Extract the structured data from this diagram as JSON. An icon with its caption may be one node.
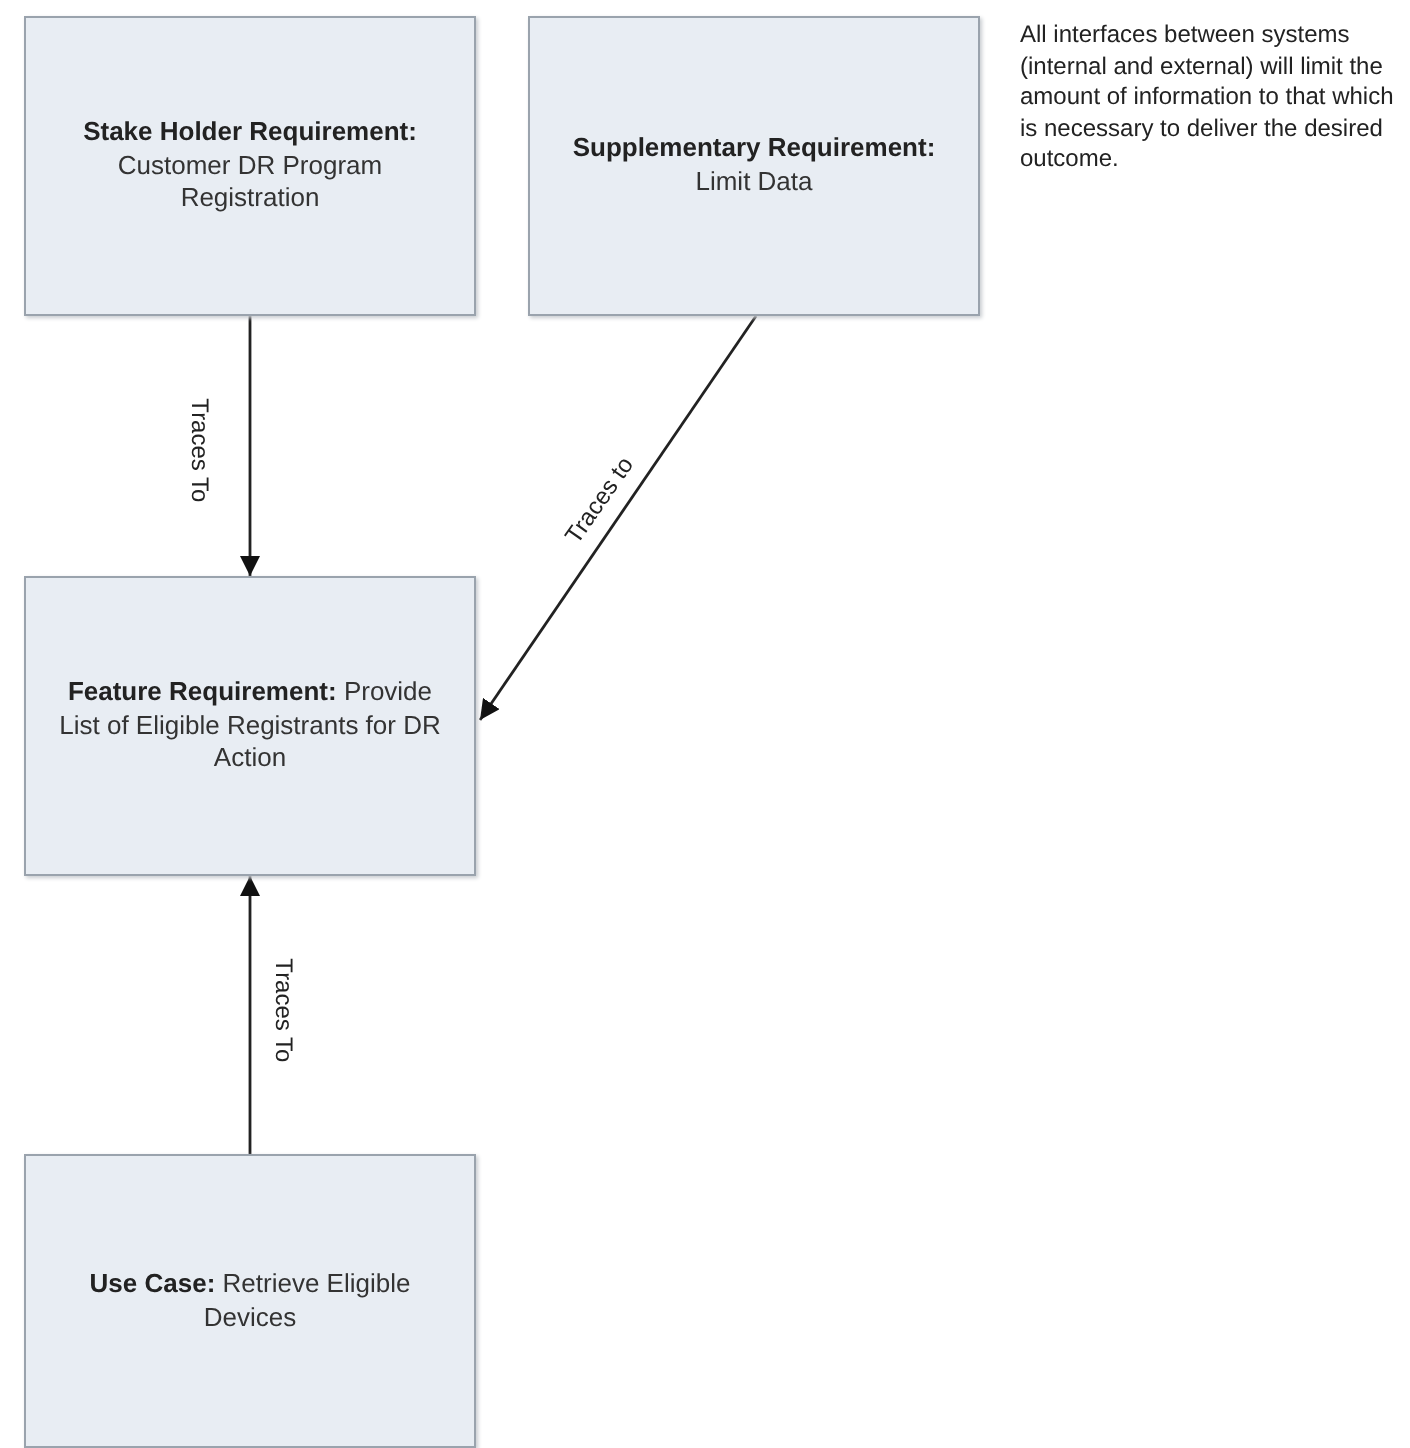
{
  "diagram": {
    "nodes": [
      {
        "text": [
          "**Stake Holder Requirement:** Customer DR Program Registration"
        ]
      },
      {
        "text": [
          "**Supplementary Requirement:** Limit Data"
        ]
      },
      {
        "text": [
          "**Feature Requirement:** Provide List of Eligible Registrants for DR Action"
        ]
      },
      {
        "text": [
          "**Use Case:** Retrieve Eligible Devices"
        ]
      }
    ],
    "edges": [
      {
        "from": 0,
        "to": 2,
        "arrow": "to",
        "label": "Traces To"
      },
      {
        "from": 1,
        "to": 2,
        "arrow": "to",
        "label": "Traces to"
      },
      {
        "from": 3,
        "to": 2,
        "arrow": "to",
        "label": "Traces To"
      }
    ],
    "labels": [
      "All interfaces between systems (internal and external) will limit the amount of information to that which is necessary to deliver the desired outcome."
    ]
  }
}
